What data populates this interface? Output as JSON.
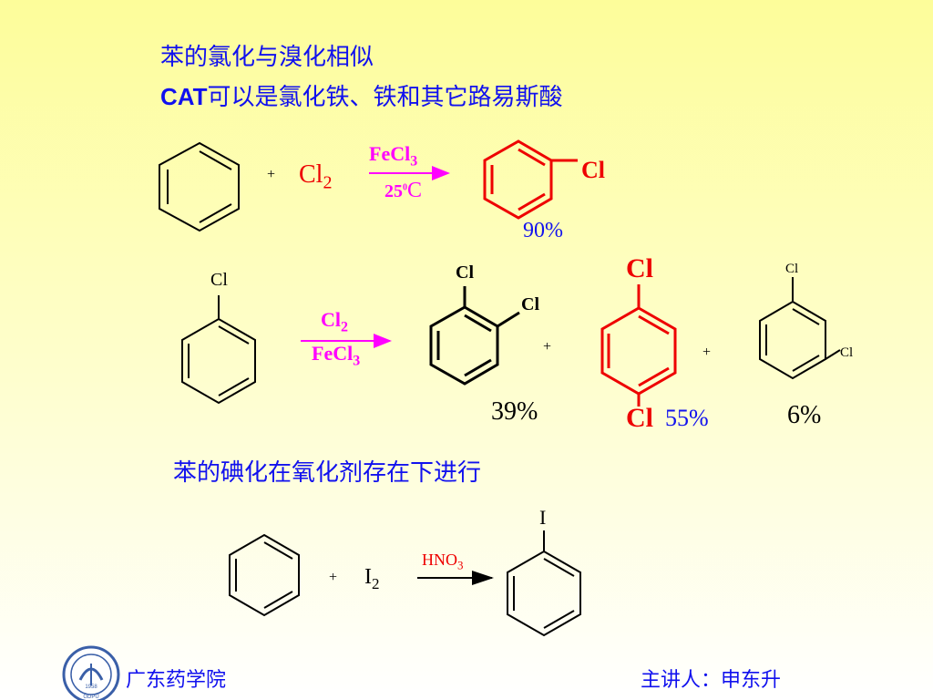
{
  "slide": {
    "line1": "苯的氯化与溴化相似",
    "line2_cat": "CAT",
    "line2_rest": "可以是氯化铁、铁和其它路易斯酸",
    "iodination_heading": "苯的碘化在氧化剂存在下进行"
  },
  "reaction1": {
    "plus": "+",
    "reagent": "Cl",
    "reagent_sub": "2",
    "catalyst": "FeCl",
    "catalyst_sub": "3",
    "temperature": "25",
    "degree": "0",
    "temp_unit": "C",
    "product_substituent": "Cl",
    "yield": "90%"
  },
  "reaction2": {
    "reactant_substituent": "Cl",
    "reagent": "Cl",
    "reagent_sub": "2",
    "catalyst": "FeCl",
    "catalyst_sub": "3",
    "ortho_cl_top": "Cl",
    "ortho_cl_side": "Cl",
    "plus1": "+",
    "para_cl_top": "Cl",
    "para_cl_bottom": "Cl",
    "plus2": "+",
    "meta_cl_top": "Cl",
    "meta_cl_side": "Cl",
    "ortho_yield": "39%",
    "para_yield": "55%",
    "meta_yield": "6%"
  },
  "reaction3": {
    "plus": "+",
    "reagent": "I",
    "reagent_sub": "2",
    "oxidant": "HNO",
    "oxidant_sub": "3",
    "product_substituent": "I"
  },
  "footer": {
    "school": "广东药学院",
    "presenter": "主讲人：申东升",
    "logo_year": "1958",
    "logo_abbr": "GDPU"
  },
  "colors": {
    "text_blue": "#1111ee",
    "highlight_red": "#ee0000",
    "arrow_magenta": "#ff00ff"
  }
}
